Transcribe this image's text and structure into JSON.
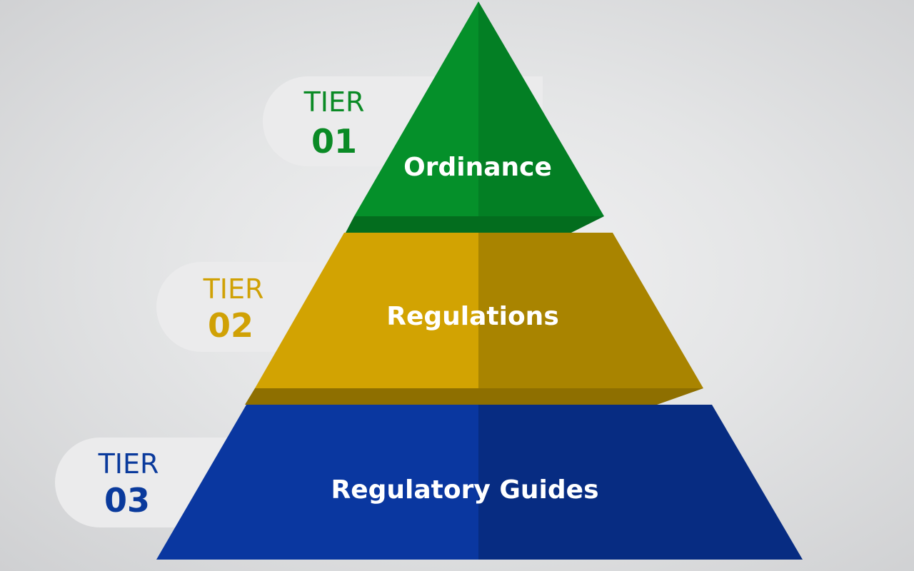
{
  "tiers": [
    {
      "tier_word": "TIER",
      "tier_number": "01",
      "label": "Ordinance",
      "colors": {
        "text": "#0a8a25",
        "left": "#05902a",
        "right": "#037f24",
        "bottom": "#036d1e"
      }
    },
    {
      "tier_word": "TIER",
      "tier_number": "02",
      "label": "Regulations",
      "colors": {
        "text": "#d0a105",
        "left": "#d2a302",
        "right": "#a98400",
        "bottom": "#8e6f00"
      }
    },
    {
      "tier_word": "TIER",
      "tier_number": "03",
      "label": "Regulatory Guides",
      "colors": {
        "text": "#0a3a9c",
        "left": "#0a37a0",
        "right": "#072c82",
        "bottom": "#062468"
      }
    }
  ],
  "tab_color": "#ebebec"
}
